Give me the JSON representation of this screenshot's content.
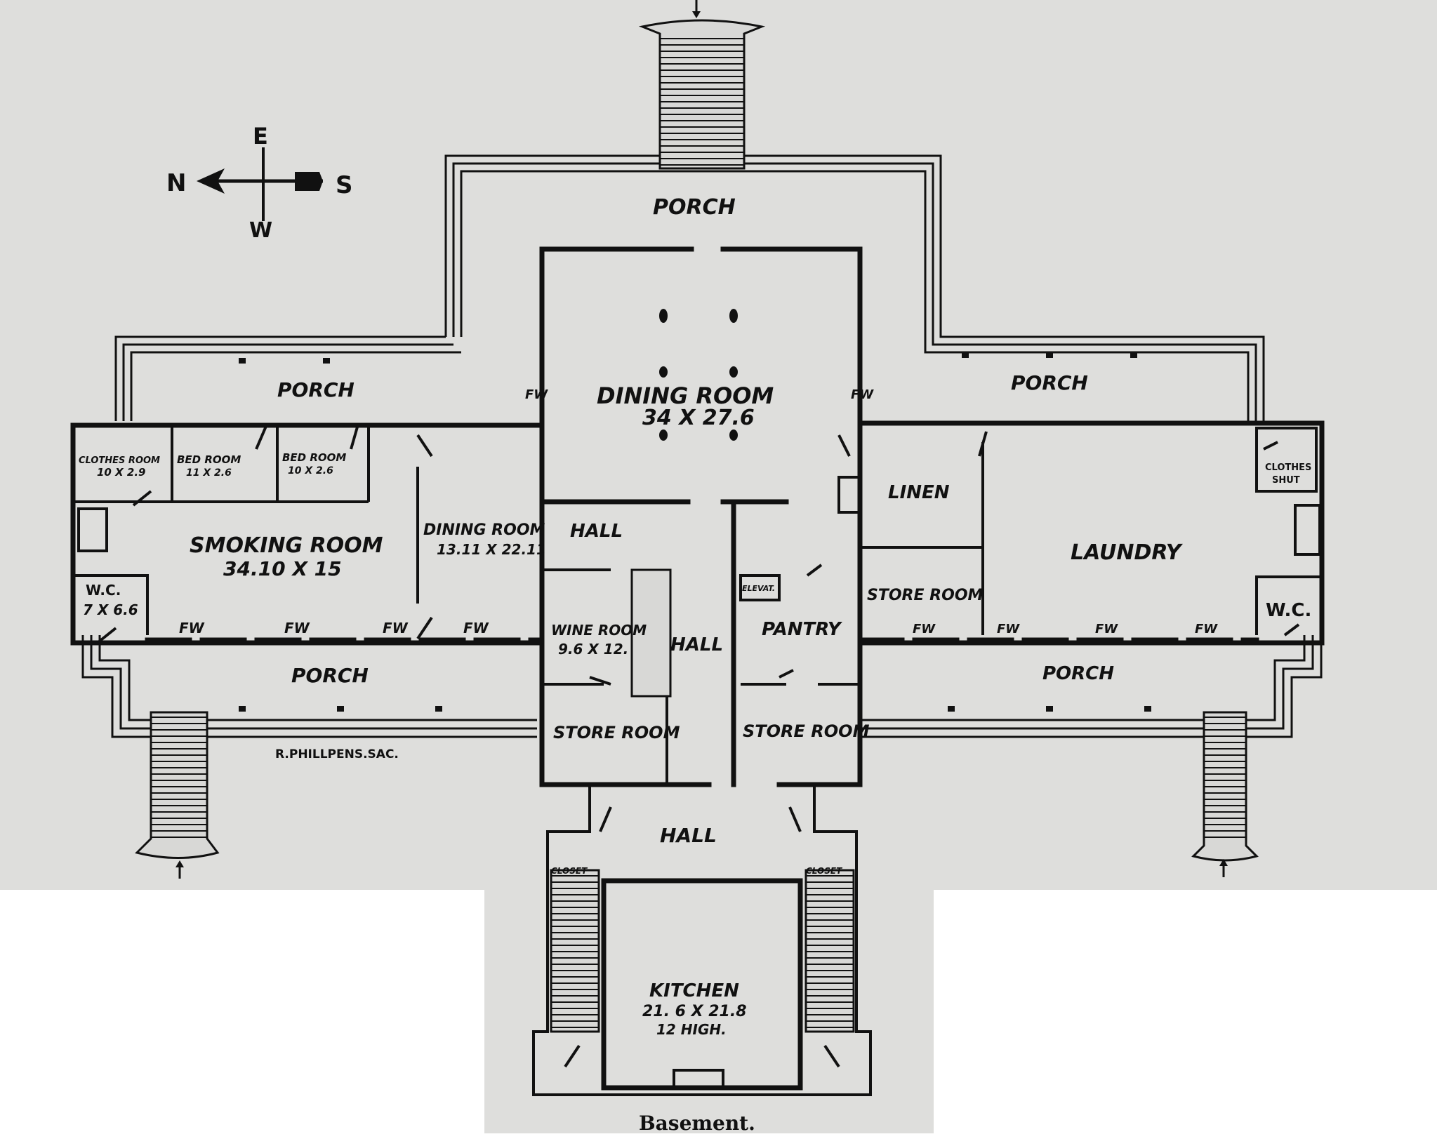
{
  "compass": {
    "north": "N",
    "east": "E",
    "south": "S",
    "west": "W"
  },
  "rooms": {
    "porch_top": "PORCH",
    "porch_left": "PORCH",
    "porch_right": "PORCH",
    "porch_bottom_left": "PORCH",
    "porch_bottom_right": "PORCH",
    "dining_room": {
      "name": "DINING ROOM",
      "size": "34 X 27.6"
    },
    "clothes_room": {
      "name": "CLOTHES ROOM",
      "size": "10 X 2.9"
    },
    "bed_room_1": {
      "name": "BED ROOM",
      "size": "11 X 2.6"
    },
    "bed_room_2": {
      "name": "BED ROOM",
      "size": "10 X 2.6"
    },
    "smoking_room": {
      "name": "SMOKING ROOM",
      "size": "34.10 X 15"
    },
    "small_dining_room": {
      "name": "DINING ROOM",
      "size": "13.11 X 22.11"
    },
    "wc_left": {
      "name": "W.C.",
      "size": "7 X 6.6"
    },
    "hall_upper": "HALL",
    "hall_center": "HALL",
    "hall_basement": "HALL",
    "wine_room": {
      "name": "WINE ROOM",
      "size": "9.6 X 12."
    },
    "store_room_left": "STORE ROOM",
    "store_room_center": "STORE ROOM",
    "store_room_right": "STORE ROOM",
    "pantry": "PANTRY",
    "elevator": "ELEVAT.",
    "linen": "LINEN",
    "laundry": "LAUNDRY",
    "clothes_shut": [
      "CLOTHES",
      "SHUT"
    ],
    "wc_right": "W.C.",
    "closet_left": "CLOSET",
    "closet_right": "CLOSET",
    "kitchen": {
      "name": "KITCHEN",
      "size": "21. 6 X 21.8",
      "height": "12 HIGH."
    }
  },
  "fw_label": "FW",
  "engraver_credit": "R.PHILLPENS.SAC.",
  "caption": "Basement.",
  "colors": {
    "ink": "#111111",
    "paper": "#dededc",
    "background": "#ffffff"
  }
}
